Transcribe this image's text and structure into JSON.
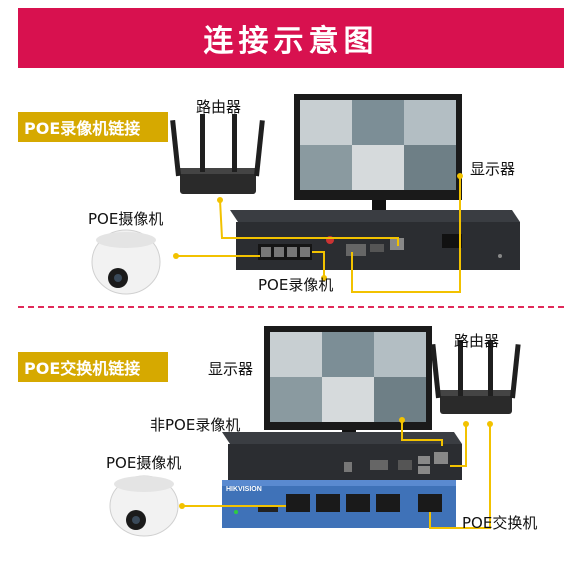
{
  "banner": {
    "title": "连接示意图"
  },
  "section1": {
    "tag": "POE录像机链接",
    "labels": {
      "router": "路由器",
      "monitor": "显示器",
      "camera": "POE摄像机",
      "nvr": "POE录像机"
    }
  },
  "section2": {
    "tag": "POE交换机链接",
    "labels": {
      "monitor": "显示器",
      "router": "路由器",
      "nvr": "非POE录像机",
      "camera": "POE摄像机",
      "switch": "POE交换机"
    },
    "switch_brand": "HIKVISION"
  },
  "colors": {
    "banner": "#d8114f",
    "tag": "#d6a900",
    "connector": "#f2c200",
    "divider": "#e02a5a",
    "switch_body": "#3f72b8"
  }
}
